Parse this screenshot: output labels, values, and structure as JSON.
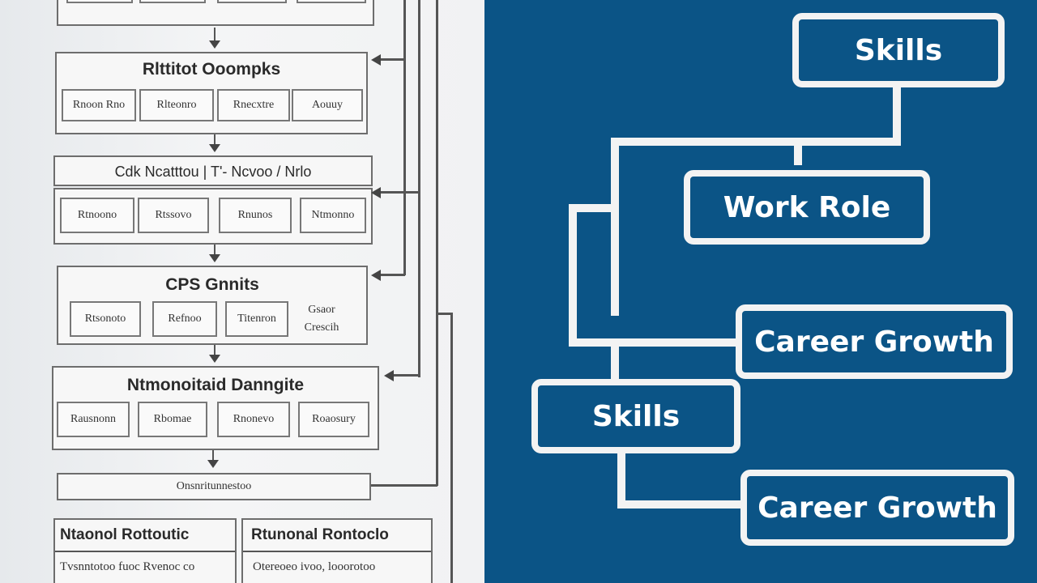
{
  "left_flowchart": {
    "top_row": [
      "",
      "",
      "",
      ""
    ],
    "sections": [
      {
        "title": "Rlttitot Ooompks",
        "items": [
          "Rnoon Rno",
          "Rlteonro",
          "Rnecxtre",
          "Aouuy"
        ]
      },
      {
        "title": "Cdk Ncatttou  |  T'- Ncvoo / Nrlo",
        "items": [
          "Rtnoono",
          "Rtssovo",
          "Rnunos",
          "Ntmonno"
        ]
      },
      {
        "title": "CPS Gnnits",
        "items": [
          "Rtsonoto",
          "Refnoo",
          "Titenron",
          "Gsaor Crescih"
        ]
      },
      {
        "title": "Ntmonoitaid Danngite",
        "items": [
          "Rausnonn",
          "Rbomae",
          "Rnonevo",
          "Roaosury"
        ]
      }
    ],
    "footer": "Onsnritunnestoo",
    "bottom_boxes": [
      {
        "title": "Ntaonol Rottoutic",
        "text": "Tvsnntotoo fuoc Rvenoc co"
      },
      {
        "title": "Rtunonal Rontoclo",
        "text": "Otereoeo ivoo, looorotoo"
      }
    ]
  },
  "right_diagram": {
    "nodes": [
      {
        "id": "skills-top",
        "label": "Skills"
      },
      {
        "id": "work-role",
        "label": "Work Role"
      },
      {
        "id": "career-growth-1",
        "label": "Career Growth"
      },
      {
        "id": "skills-bottom",
        "label": "Skills"
      },
      {
        "id": "career-growth-2",
        "label": "Career Growth"
      }
    ],
    "colors": {
      "background": "#0b5486",
      "box_border": "#f3f3f3",
      "text": "#ffffff"
    }
  }
}
